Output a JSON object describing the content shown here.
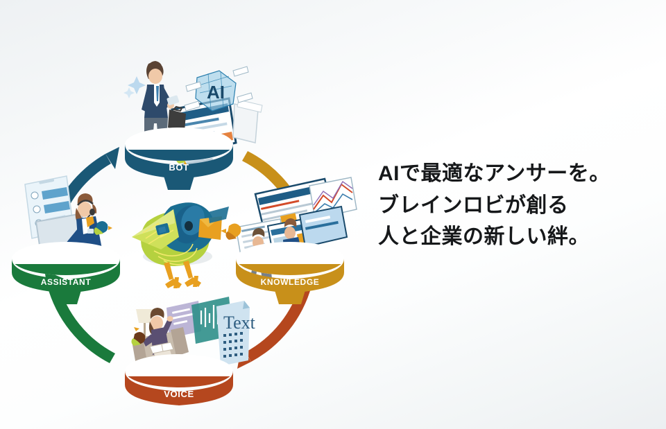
{
  "page": {
    "title": "AIで最適なアンサーを。ブレインロビが創る人と企業の新しい絆。",
    "background_top": "#eef1f3",
    "background_mid": "#ffffff",
    "background_bottom": "#eceff1"
  },
  "headline": {
    "lines": [
      "AIで最適なアンサーを。",
      "ブレインロビが創る",
      "人と企業の新しい絆。"
    ],
    "color": "#16181a"
  },
  "diagram": {
    "center_mascot": {
      "name": "brain-robi-bird",
      "head_color": "#1b6e92",
      "body_color": "#b5d13f",
      "accent_color": "#e8a020",
      "circuit_color": "#f2e96b"
    },
    "nodes": [
      {
        "id": "bot",
        "label": "BOT",
        "color": "#1a5876",
        "position": "top",
        "illustration": "businessman-with-smartphone-and-ai-monitor"
      },
      {
        "id": "knowledge",
        "label": "KNOWLEDGE",
        "color": "#c8901a",
        "position": "right",
        "illustration": "two-people-viewing-data-screens"
      },
      {
        "id": "voice",
        "label": "VOICE",
        "color": "#b5471e",
        "position": "bottom",
        "illustration": "woman-on-phone-with-text-transcription"
      },
      {
        "id": "assistant",
        "label": "ASSISTANT",
        "color": "#1a7a3c",
        "position": "left",
        "illustration": "operator-with-headset-at-computer"
      }
    ],
    "arcs": [
      {
        "from": "assistant",
        "to": "bot",
        "color": "#1a5876"
      },
      {
        "from": "bot",
        "to": "knowledge",
        "color": "#c8901a"
      },
      {
        "from": "knowledge",
        "to": "voice",
        "color": "#b5471e"
      },
      {
        "from": "voice",
        "to": "assistant",
        "color": "#1a7a3c"
      }
    ]
  }
}
